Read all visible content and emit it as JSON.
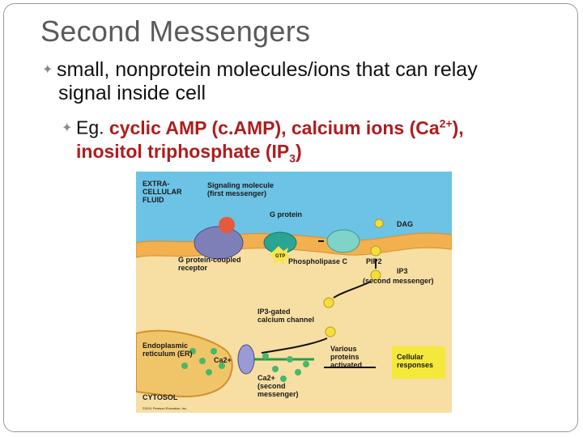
{
  "slide": {
    "title": "Second Messengers",
    "bullet1": {
      "line1": "small, nonprotein molecules/ions that can relay",
      "line2": "signal inside cell"
    },
    "bullet2": {
      "lead": "Eg. ",
      "a": "cyclic AMP (c.AMP), calcium ions (Ca",
      "a_sup": "2+",
      "b": "),",
      "c": "inositol triphosphate (IP",
      "c_sub": "3",
      "d": ")"
    }
  },
  "figure": {
    "labels": {
      "extracellular1": "EXTRA-",
      "extracellular2": "CELLULAR",
      "extracellular3": "FLUID",
      "signaling1": "Signaling molecule",
      "signaling2": "(first messenger)",
      "g_protein": "G protein",
      "gtp": "GTP",
      "dag": "DAG",
      "gpcr1": "G protein-coupled",
      "gpcr2": "receptor",
      "phospholipase": "Phospholipase C",
      "pip2": "PIP2",
      "ip3_1": "IP3",
      "ip3_2": "(second messenger)",
      "channel1": "IP3-gated",
      "channel2": "calcium channel",
      "er1": "Endoplasmic",
      "er2": "reticulum (ER)",
      "ca_er": "Ca2+",
      "various1": "Various",
      "various2": "proteins",
      "various3": "activated",
      "cellular1": "Cellular",
      "cellular2": "responses",
      "ca_msg1": "Ca2+",
      "ca_msg2": "(second",
      "ca_msg3": "messenger)",
      "cytosol": "CYTOSOL",
      "copyright": "©2011 Pearson Education, Inc."
    },
    "colors": {
      "extracellular": "#6cc3e6",
      "membrane": "#f3c26a",
      "cytosol": "#f7dea3",
      "response_box": "#f4e93a"
    }
  }
}
